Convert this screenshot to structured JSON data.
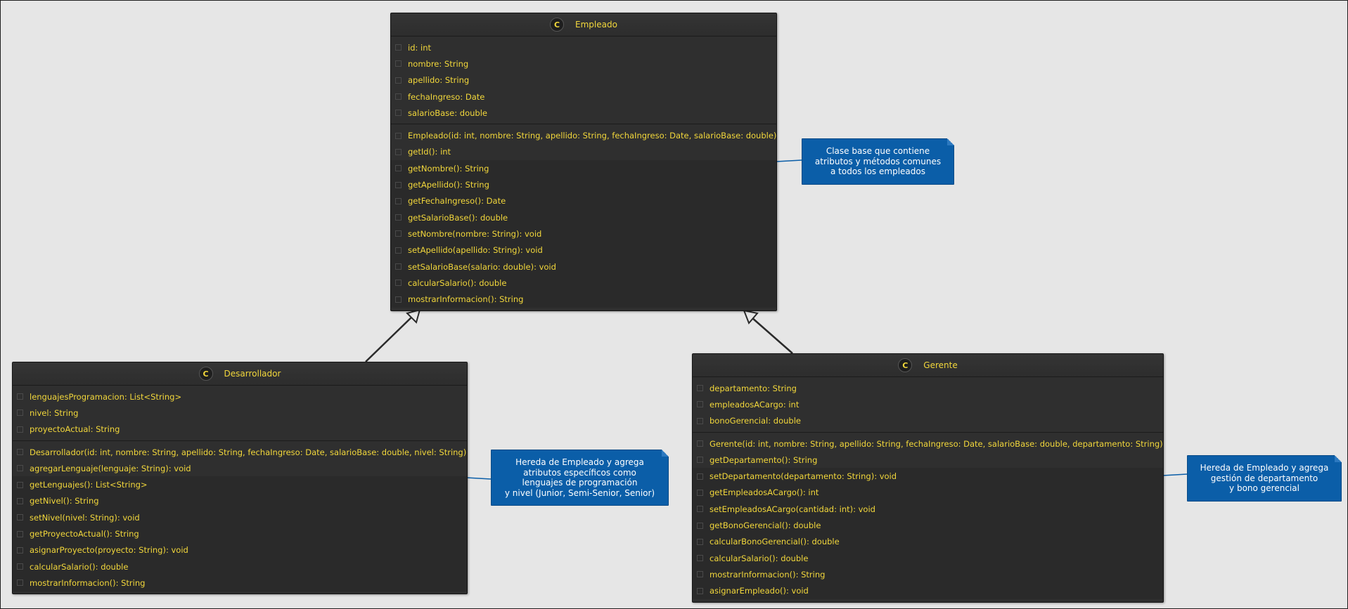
{
  "colors": {
    "background": "#e6e6e6",
    "class_bg": "#2f2f2f",
    "member_text": "#f2d73b",
    "note_bg": "#0b5ea8",
    "note_text": "#ffffff"
  },
  "classes": {
    "empleado": {
      "stereotype": "C",
      "name": "Empleado",
      "attributes": [
        "id: int",
        "nombre: String",
        "apellido: String",
        "fechaIngreso: Date",
        "salarioBase: double"
      ],
      "methods": [
        "Empleado(id: int, nombre: String, apellido: String, fechaIngreso: Date, salarioBase: double)",
        "getId(): int",
        "getNombre(): String",
        "getApellido(): String",
        "getFechaIngreso(): Date",
        "getSalarioBase(): double",
        "setNombre(nombre: String): void",
        "setApellido(apellido: String): void",
        "setSalarioBase(salario: double): void",
        "calcularSalario(): double",
        "mostrarInformacion(): String"
      ]
    },
    "desarrollador": {
      "stereotype": "C",
      "name": "Desarrollador",
      "attributes": [
        "lenguajesProgramacion: List<String>",
        "nivel: String",
        "proyectoActual: String"
      ],
      "methods": [
        "Desarrollador(id: int, nombre: String, apellido: String, fechaIngreso: Date, salarioBase: double, nivel: String)",
        "agregarLenguaje(lenguaje: String): void",
        "getLenguajes(): List<String>",
        "getNivel(): String",
        "setNivel(nivel: String): void",
        "getProyectoActual(): String",
        "asignarProyecto(proyecto: String): void",
        "calcularSalario(): double",
        "mostrarInformacion(): String"
      ]
    },
    "gerente": {
      "stereotype": "C",
      "name": "Gerente",
      "attributes": [
        "departamento: String",
        "empleadosACargo: int",
        "bonoGerencial: double"
      ],
      "methods": [
        "Gerente(id: int, nombre: String, apellido: String, fechaIngreso: Date, salarioBase: double, departamento: String)",
        "getDepartamento(): String",
        "setDepartamento(departamento: String): void",
        "getEmpleadosACargo(): int",
        "setEmpleadosACargo(cantidad: int): void",
        "getBonoGerencial(): double",
        "calcularBonoGerencial(): double",
        "calcularSalario(): double",
        "mostrarInformacion(): String",
        "asignarEmpleado(): void"
      ]
    }
  },
  "notes": {
    "empleado": [
      "Clase base que contiene",
      "atributos y métodos comunes",
      "a todos los empleados"
    ],
    "desarrollador": [
      "Hereda de Empleado y agrega",
      "atributos específicos como",
      "lenguajes de programación",
      "y nivel (Junior, Semi-Senior, Senior)"
    ],
    "gerente": [
      "Hereda de Empleado y agrega",
      "gestión de departamento",
      "y bono gerencial"
    ]
  }
}
